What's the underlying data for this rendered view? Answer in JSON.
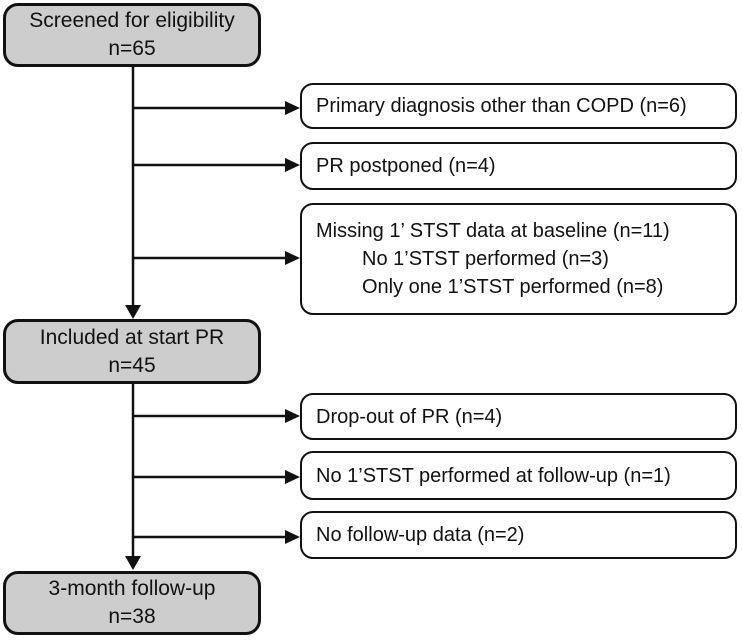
{
  "diagram": {
    "type": "flowchart",
    "orientation": "vertical",
    "colors": {
      "main_node_fill": "#cdcdcd",
      "exclusion_node_fill": "#ffffff",
      "node_border": "#111111",
      "arrow": "#111111",
      "text": "#111111",
      "background": "#ffffff"
    },
    "main_nodes": [
      {
        "id": "screened",
        "label": "Screened for eligibility",
        "count": "n=65"
      },
      {
        "id": "included-start-pr",
        "label": "Included at start PR",
        "count": "n=45"
      },
      {
        "id": "three-month-follow-up",
        "label": "3-month follow-up",
        "count": "n=38"
      }
    ],
    "exclusion_nodes": [
      {
        "id": "primary-diagnosis-other",
        "lines": [
          "Primary diagnosis other than COPD (n=6)"
        ]
      },
      {
        "id": "pr-postponed",
        "lines": [
          "PR postponed (n=4)"
        ]
      },
      {
        "id": "missing-stst-baseline",
        "lines": [
          "Missing 1’ STST data at baseline (n=11)",
          "No 1’STST performed (n=3)",
          "Only one 1’STST performed (n=8)"
        ]
      },
      {
        "id": "drop-out-pr",
        "lines": [
          "Drop-out of PR (n=4)"
        ]
      },
      {
        "id": "no-stst-follow-up",
        "lines": [
          "No 1’STST performed at follow-up (n=1)"
        ]
      },
      {
        "id": "no-follow-up-data",
        "lines": [
          "No follow-up data (n=2)"
        ]
      }
    ],
    "edges": [
      {
        "from": "screened",
        "to": "included-start-pr"
      },
      {
        "from": "screened",
        "to": "primary-diagnosis-other"
      },
      {
        "from": "screened",
        "to": "pr-postponed"
      },
      {
        "from": "screened",
        "to": "missing-stst-baseline"
      },
      {
        "from": "included-start-pr",
        "to": "three-month-follow-up"
      },
      {
        "from": "included-start-pr",
        "to": "drop-out-pr"
      },
      {
        "from": "included-start-pr",
        "to": "no-stst-follow-up"
      },
      {
        "from": "included-start-pr",
        "to": "no-follow-up-data"
      }
    ]
  }
}
